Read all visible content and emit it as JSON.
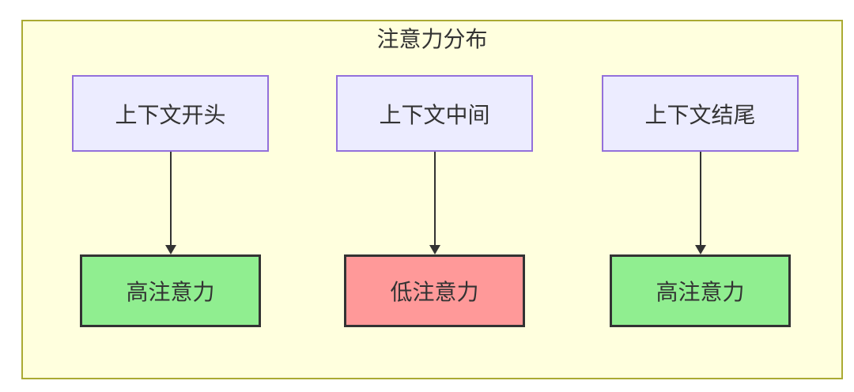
{
  "title": "注意力分布",
  "colors": {
    "page-bg": "#ffffff",
    "text": "#333333",
    "container-fill": "#ffffde",
    "container-border": "#aaaa33",
    "source-fill": "#ececff",
    "source-border": "#9370db",
    "high-attention-fill": "#90ee90",
    "low-attention-fill": "#ff9999",
    "result-border": "#333333",
    "arrow": "#333333"
  },
  "flows": [
    {
      "source": "上下文开头",
      "target": "高注意力",
      "attention_level": "high"
    },
    {
      "source": "上下文中间",
      "target": "低注意力",
      "attention_level": "low"
    },
    {
      "source": "上下文结尾",
      "target": "高注意力",
      "attention_level": "high"
    }
  ]
}
